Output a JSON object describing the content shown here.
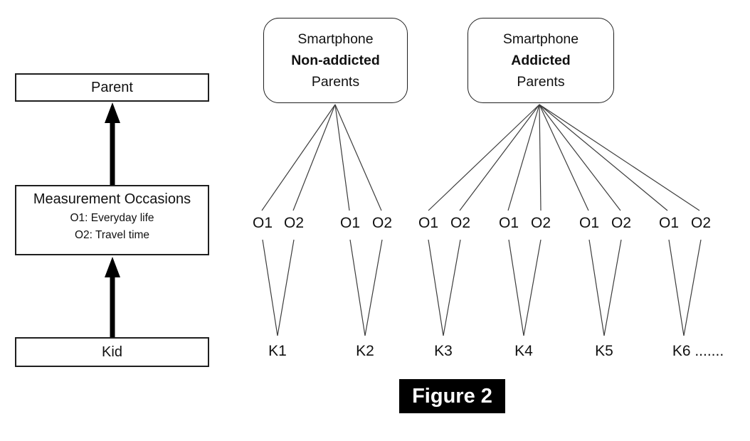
{
  "colors": {
    "background": "#ffffff",
    "line": "#3c3c3c",
    "border": "#1f1f1f",
    "text": "#111111",
    "arrow": "#000000",
    "caption_bg": "#000000",
    "caption_text": "#ffffff"
  },
  "left_panel": {
    "parent_label": "Parent",
    "occasions": {
      "title": "Measurement Occasions",
      "item1": "O1: Everyday life",
      "item2": "O2: Travel time"
    },
    "kid_label": "Kid"
  },
  "groups": [
    {
      "top": "Smartphone",
      "middle": "Non-addicted",
      "bottom": "Parents"
    },
    {
      "top": "Smartphone",
      "middle": "Addicted",
      "bottom": "Parents"
    }
  ],
  "occasions_row": [
    "O1",
    "O2",
    "O1",
    "O2",
    "O1",
    "O2",
    "O1",
    "O2",
    "O1",
    "O2",
    "O1",
    "O2"
  ],
  "kids_row": [
    "K1",
    "K2",
    "K3",
    "K4",
    "K5",
    "K6 ......."
  ],
  "caption": "Figure 2"
}
